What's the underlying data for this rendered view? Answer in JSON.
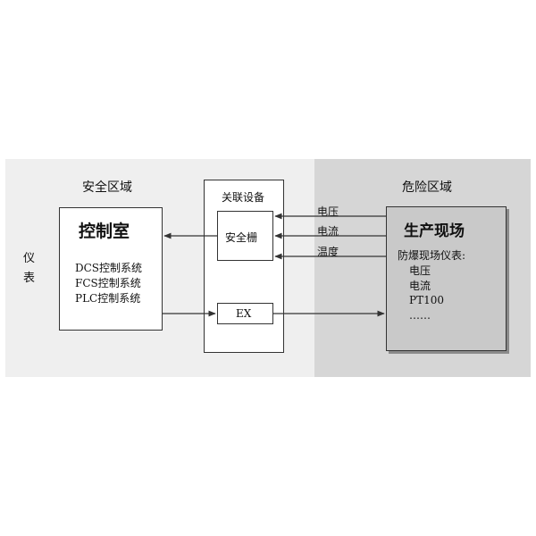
{
  "zones": {
    "safe": "安全区域",
    "danger": "危险区域"
  },
  "instrument_label": [
    "仪",
    "表"
  ],
  "control_room": {
    "title": "控制室",
    "systems": [
      "DCS控制系统",
      "FCS控制系统",
      "PLC控制系统"
    ]
  },
  "associated_equipment": {
    "title": "关联设备",
    "barrier": "安全栅",
    "ex": "EX"
  },
  "signals": [
    "电压",
    "电流",
    "温度"
  ],
  "field": {
    "title": "生产现场",
    "subtitle": "防爆现场仪表:",
    "items": [
      "电压",
      "电流",
      "PT100",
      "……"
    ]
  },
  "colors": {
    "safe_zone_bg": "#efefef",
    "danger_zone_bg": "#d6d6d6",
    "field_box_bg": "#c9c9c9",
    "line": "#333333"
  }
}
